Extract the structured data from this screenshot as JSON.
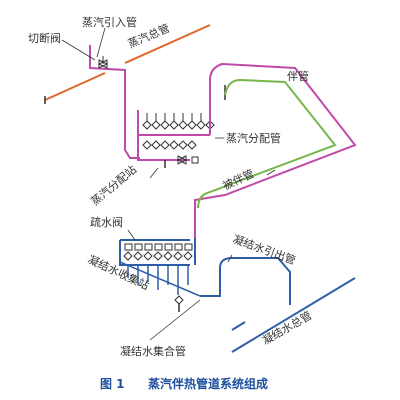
{
  "labels": {
    "steam_inlet_pipe": "蒸汽引入管",
    "cutoff_valve": "切断阀",
    "steam_main_pipe": "蒸汽总管",
    "tracing_pipe": "伴管",
    "steam_distribution_pipe": "蒸汽分配管",
    "steam_distribution_station": "蒸汽分配站",
    "traced_pipe": "被伴管",
    "trap_valve": "疏水阀",
    "condensate_outlet_pipe": "凝结水引出管",
    "condensate_collection_station": "凝结水收集站",
    "condensate_main_pipe": "凝结水总管",
    "condensate_collection_pipe": "凝结水集合管"
  },
  "caption": {
    "number": "图 1",
    "title": "蒸汽伴热管道系统组成"
  },
  "colors": {
    "steam": "#e0672a",
    "tracing": "#c04aa9",
    "traced": "#76b74b",
    "condensate": "#2f5ea8",
    "valve": "#333333",
    "text": "#333333",
    "caption": "#1f4f9e"
  }
}
